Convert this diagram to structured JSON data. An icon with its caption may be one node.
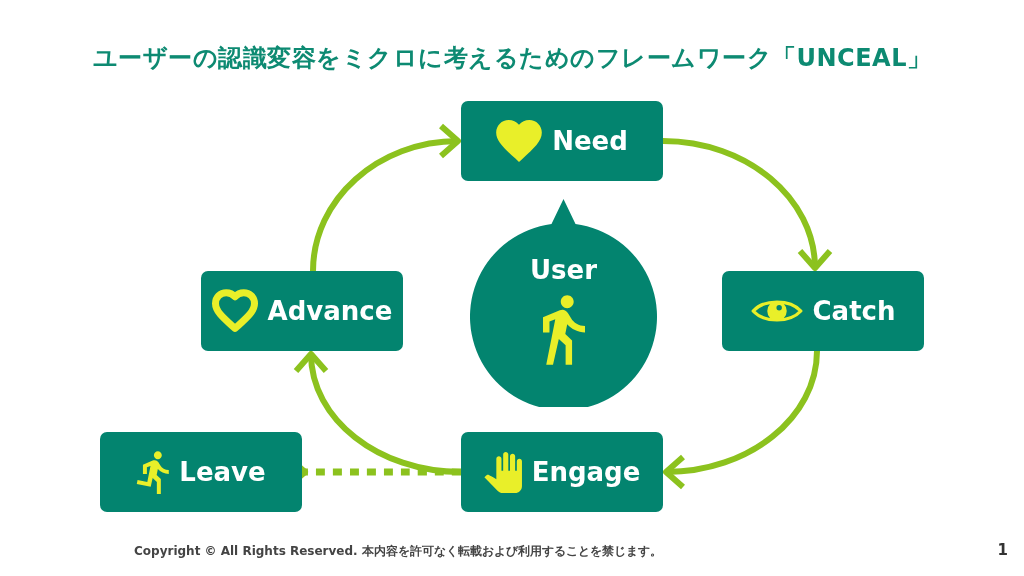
{
  "diagram": {
    "title": "ユーザーの認識変容をミクロに考えるためのフレームワーク「UNCEAL」",
    "nodes": [
      {
        "text": [
          "Need"
        ]
      },
      {
        "text": [
          "Advance"
        ]
      },
      {
        "text": [
          "User"
        ]
      },
      {
        "text": [
          "Catch"
        ]
      },
      {
        "text": [
          "Leave"
        ]
      },
      {
        "text": [
          "Engage"
        ]
      }
    ],
    "edges": [
      {
        "from": 0,
        "to": 3,
        "arrow": "to"
      },
      {
        "from": 3,
        "to": 5,
        "arrow": "to"
      },
      {
        "from": 5,
        "to": 1,
        "arrow": "to"
      },
      {
        "from": 1,
        "to": 0,
        "arrow": "to"
      },
      {
        "from": 5,
        "to": 4,
        "arrow": "to",
        "style": "dashed"
      }
    ],
    "labels": [
      "Copyright © All Rights Reserved. 本内容を許可なく転載および利用することを禁じます。",
      "1"
    ]
  }
}
